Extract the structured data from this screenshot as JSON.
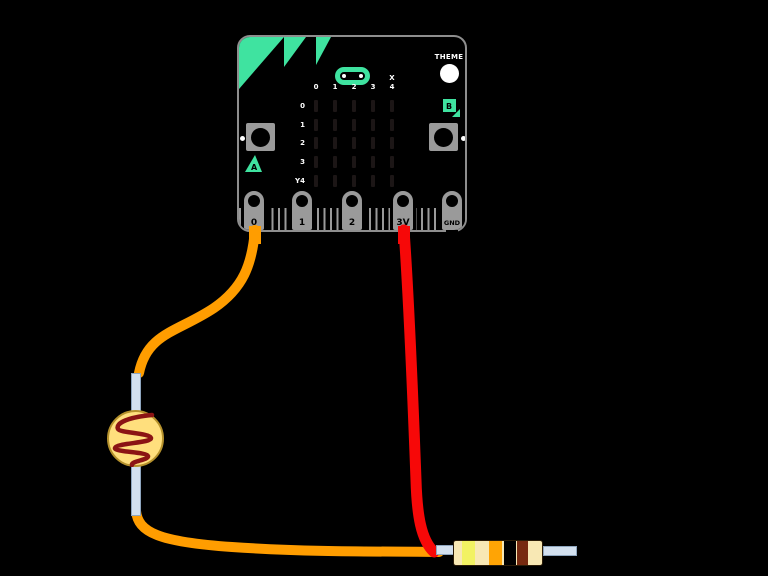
{
  "background": "#000000",
  "microbit": {
    "theme_button_label": "THEME",
    "button_a_label": "A",
    "button_b_label": "B",
    "led_grid": {
      "rows": 5,
      "cols": 5,
      "col_labels": [
        "0",
        "1",
        "2",
        "3",
        "4"
      ],
      "col_axis_marker": "X",
      "row_labels": [
        "0",
        "1",
        "2",
        "3",
        "4"
      ],
      "row_axis_marker": "Y"
    },
    "pins": [
      "0",
      "1",
      "2",
      "3V",
      "GND"
    ],
    "colors": {
      "accent_teal": "#3FE3A0",
      "board": "#000000",
      "board_outline": "#8E8E8E",
      "grey": "#9A9A9A",
      "led": "#1C1616"
    }
  },
  "wires": [
    {
      "name": "wire-pin0-to-bulb",
      "color": "#FF9D00"
    },
    {
      "name": "wire-3v-to-resistor",
      "color": "#F70808"
    },
    {
      "name": "wire-bulb-to-resistor",
      "color": "#FF9D00"
    },
    {
      "name": "wire-gnd-stub",
      "color": "#000000"
    }
  ],
  "bulb": {
    "body_color": "#FFDF7D",
    "outline_color": "#B5912C",
    "filament_color": "#8B1414",
    "lead_color": "#D3E0EF",
    "lead_outline_color": "#8FA6BF"
  },
  "resistor": {
    "body_color": "#F8E8B4",
    "outline_color": "#2B1C08",
    "band_colors": [
      "#F2F262",
      "#FFA405",
      "#000000",
      "#772A10"
    ],
    "lead_color": "#D3E0EF"
  }
}
